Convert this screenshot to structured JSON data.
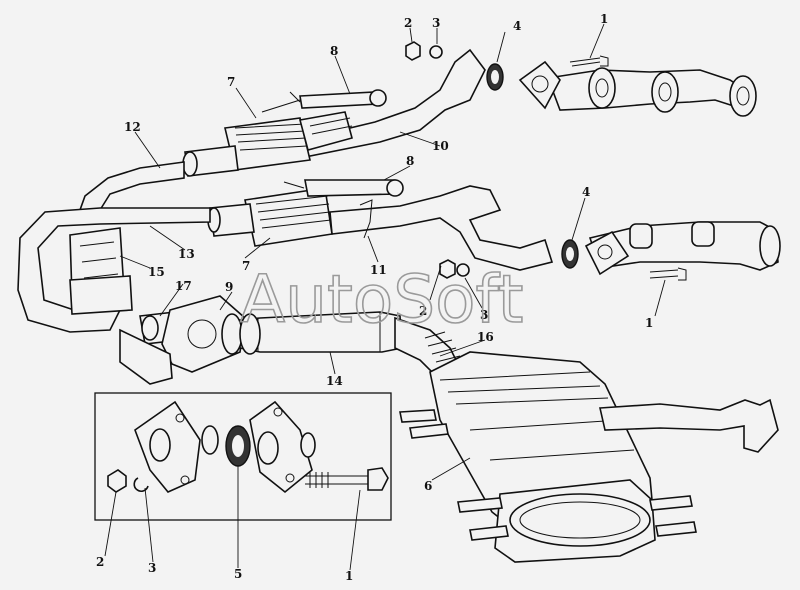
{
  "watermark": "AutoSoft",
  "callouts": {
    "top": [
      "1",
      "2",
      "3",
      "4",
      "7",
      "8",
      "10",
      "12"
    ],
    "middle": [
      "8",
      "7",
      "4",
      "11",
      "13",
      "15",
      "2",
      "3",
      "1",
      "17",
      "9",
      "14",
      "16"
    ],
    "bottom": [
      "6",
      "2",
      "3",
      "5",
      "1"
    ]
  },
  "colors": {
    "background": "#f3f3f3",
    "ink": "#111111",
    "watermark": "#9a9a9a"
  }
}
